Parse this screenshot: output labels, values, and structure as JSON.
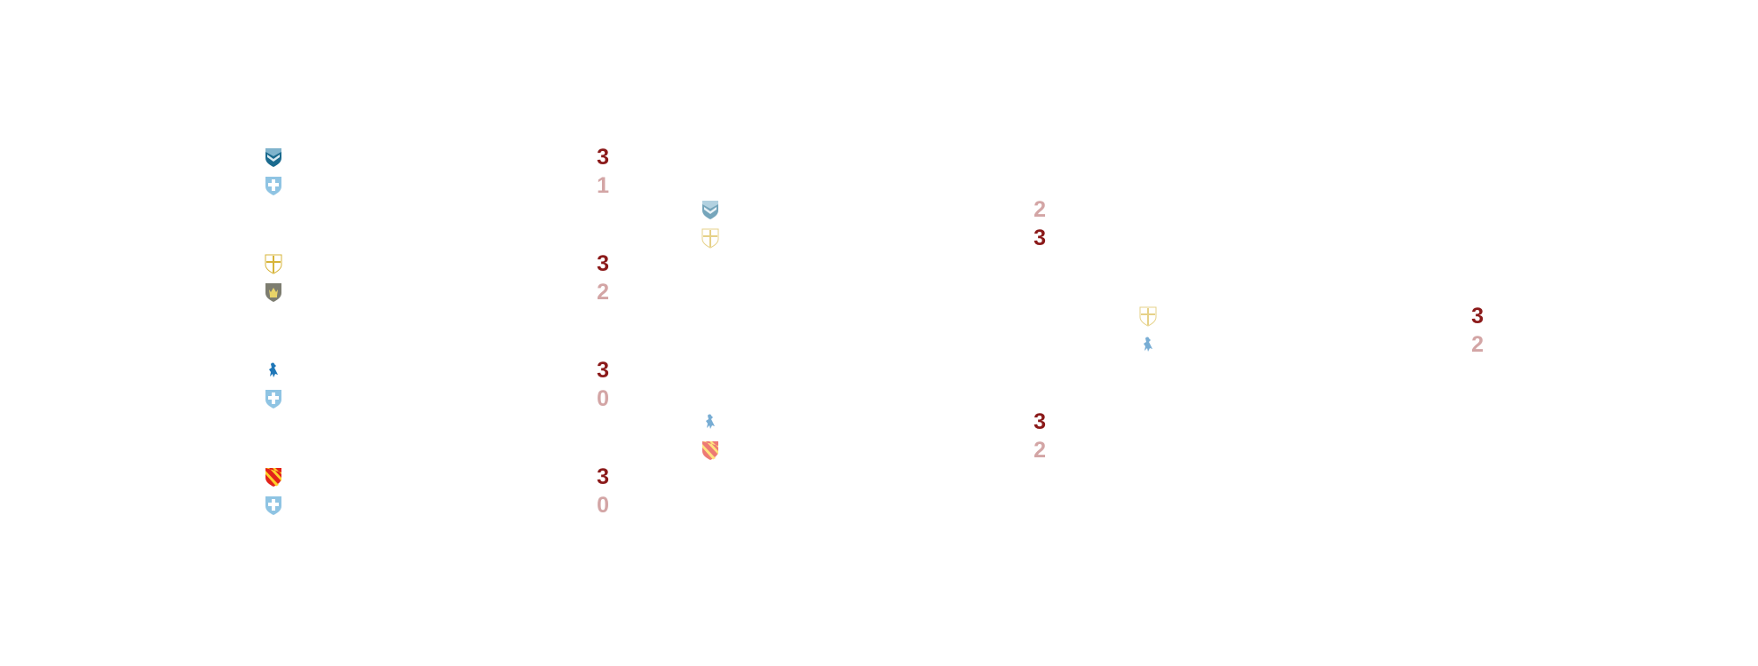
{
  "bracket": {
    "rounds": [
      {
        "matches": [
          {
            "teams": [
              {
                "crest": "blue-chevron-crest-icon",
                "score": "3",
                "winner": true
              },
              {
                "crest": "white-cross-blue-crest-icon",
                "score": "1",
                "winner": false
              }
            ]
          },
          {
            "teams": [
              {
                "crest": "gold-cross-crest-icon",
                "score": "3",
                "winner": true
              },
              {
                "crest": "gold-crown-grey-crest-icon",
                "score": "2",
                "winner": false
              }
            ]
          },
          {
            "teams": [
              {
                "crest": "blue-lion-crest-icon",
                "score": "3",
                "winner": true
              },
              {
                "crest": "white-cross-blue-crest-icon",
                "score": "0",
                "winner": false
              }
            ]
          },
          {
            "teams": [
              {
                "crest": "red-gold-stripe-crest-icon",
                "score": "3",
                "winner": true
              },
              {
                "crest": "white-cross-blue-crest-icon",
                "score": "0",
                "winner": false
              }
            ]
          }
        ]
      },
      {
        "matches": [
          {
            "teams": [
              {
                "crest": "blue-chevron-crest-icon",
                "score": "2",
                "winner": false
              },
              {
                "crest": "gold-cross-crest-icon",
                "score": "3",
                "winner": true
              }
            ]
          },
          {
            "teams": [
              {
                "crest": "blue-lion-crest-icon",
                "score": "3",
                "winner": true
              },
              {
                "crest": "red-gold-stripe-crest-icon",
                "score": "2",
                "winner": false
              }
            ]
          }
        ]
      },
      {
        "matches": [
          {
            "teams": [
              {
                "crest": "gold-cross-crest-icon",
                "score": "3",
                "winner": true
              },
              {
                "crest": "blue-lion-crest-icon",
                "score": "2",
                "winner": false
              }
            ]
          }
        ]
      }
    ]
  },
  "colors": {
    "winner_score": "#8b1a1a",
    "loser_score": "#d3a5a5"
  }
}
